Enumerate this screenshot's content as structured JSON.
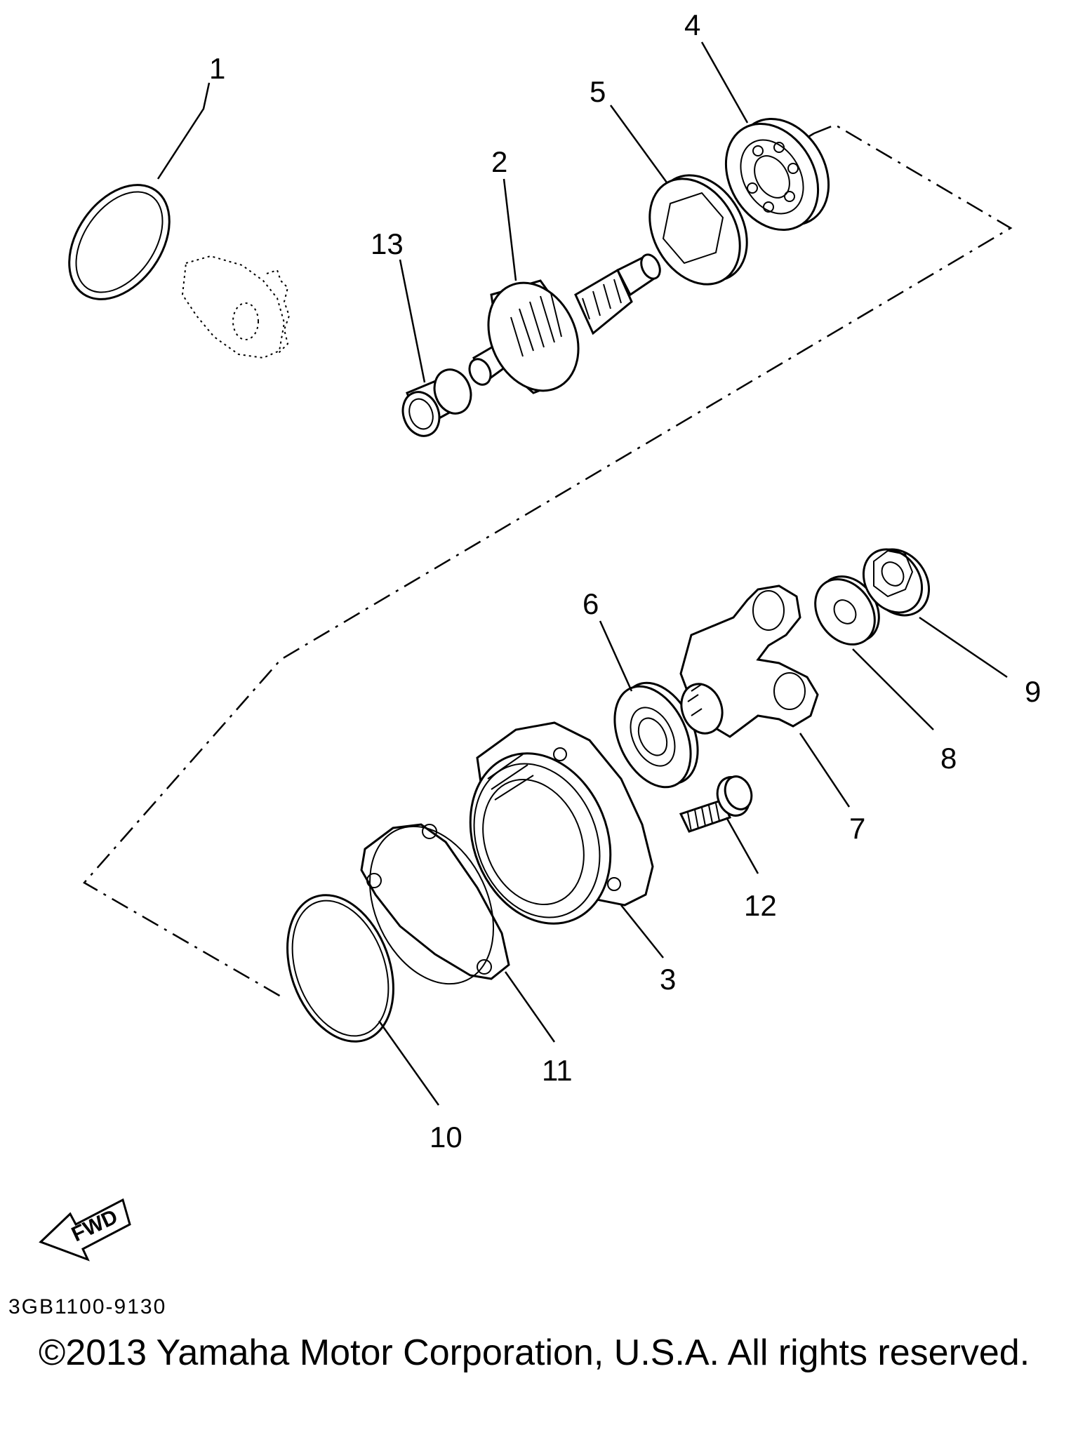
{
  "diagram": {
    "callouts": {
      "c1": "1",
      "c2": "2",
      "c3": "3",
      "c4": "4",
      "c5": "5",
      "c6": "6",
      "c7": "7",
      "c8": "8",
      "c9": "9",
      "c10": "10",
      "c11": "11",
      "c12": "12",
      "c13": "13"
    },
    "fwd_label": "FWD",
    "part_code": "3GB1100-9130",
    "copyright": "©2013 Yamaha Motor Corporation, U.S.A. All rights reserved."
  }
}
